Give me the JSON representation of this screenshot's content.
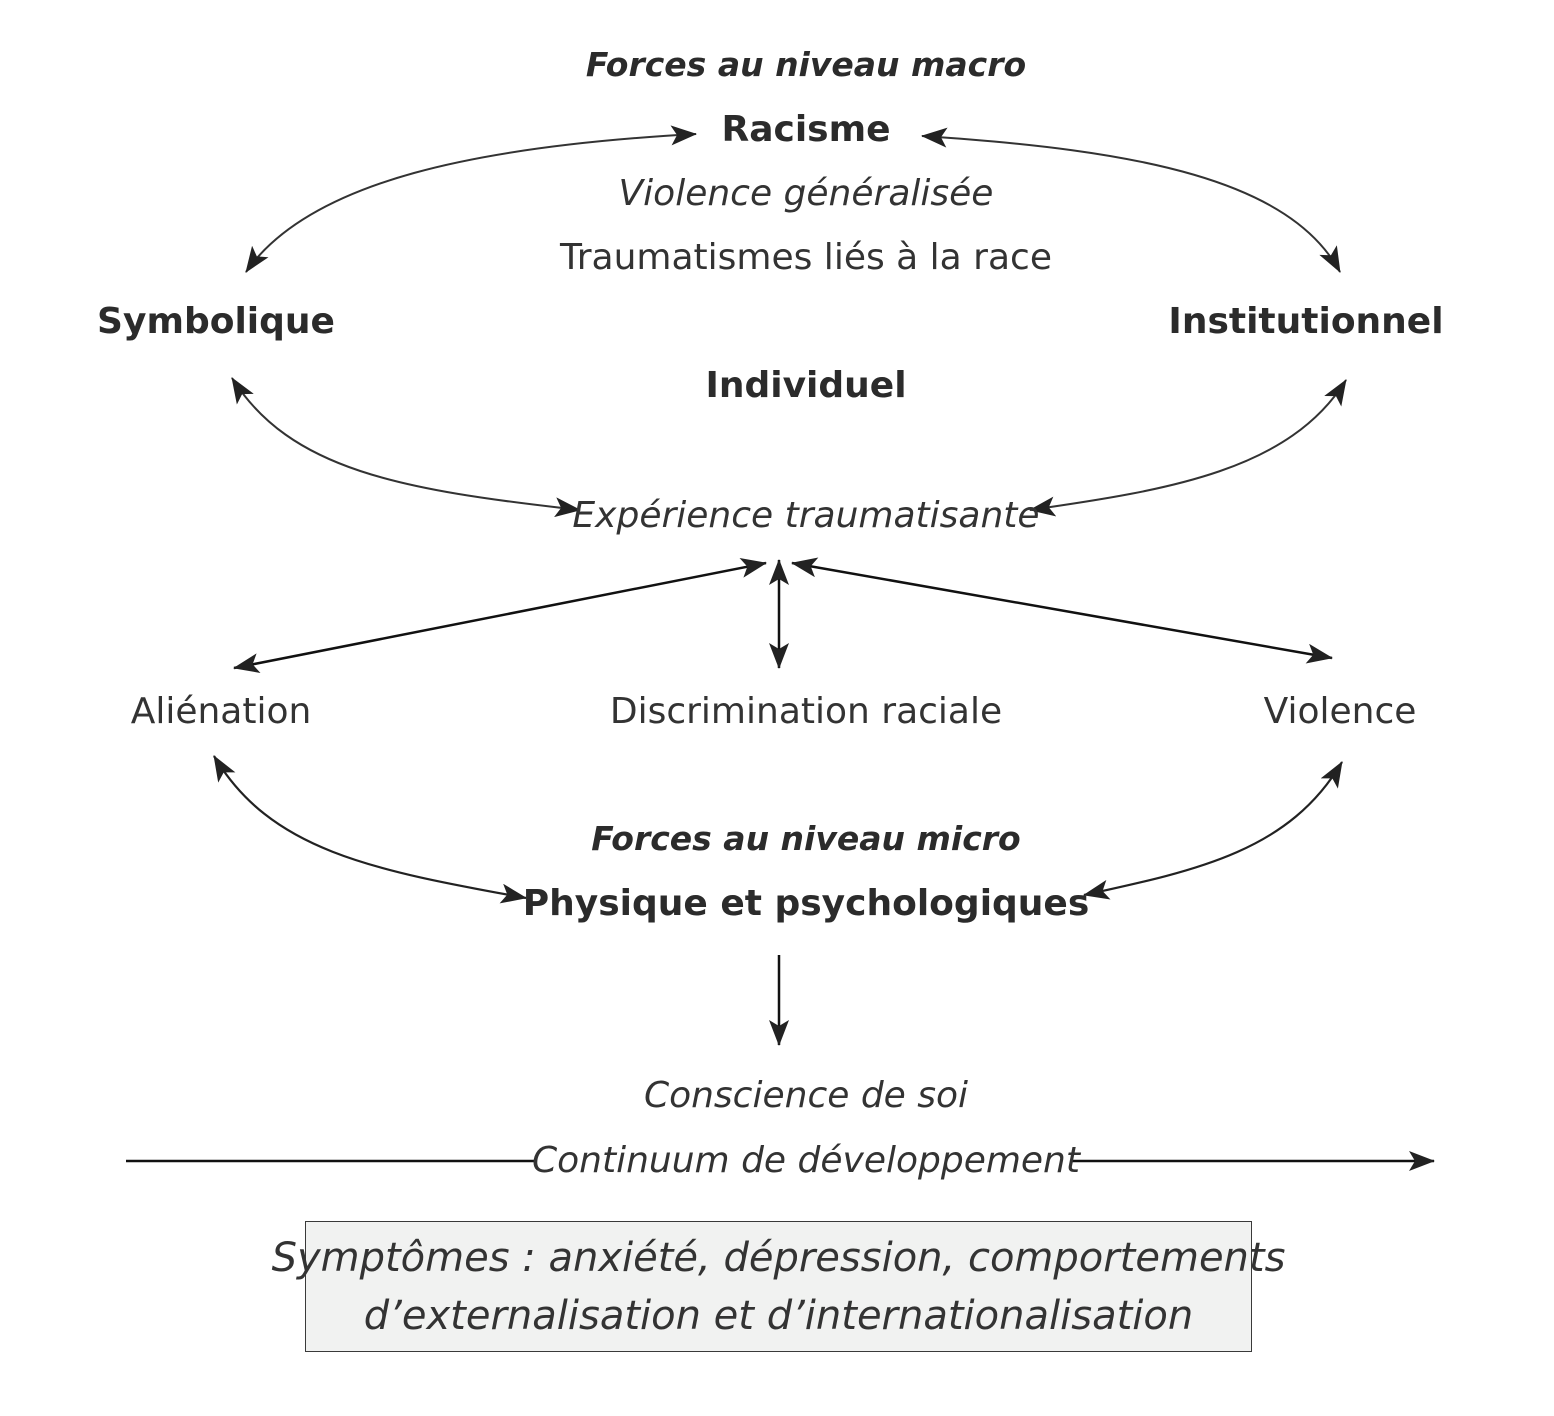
{
  "macro": {
    "heading": "Forces au niveau macro",
    "racisme": "Racisme",
    "violence_generalisee": "Violence généralisée",
    "traumatismes": "Traumatismes liés à la race"
  },
  "nodes": {
    "symbolique": "Symbolique",
    "institutionnel": "Institutionnel",
    "individuel": "Individuel",
    "experience": "Expérience traumatisante",
    "alienation": "Aliénation",
    "discrimination": "Discrimination raciale",
    "violence": "Violence"
  },
  "micro": {
    "heading": "Forces au niveau micro",
    "physique": "Physique et psychologiques"
  },
  "development": {
    "conscience": "Conscience de soi",
    "continuum": "Continuum de développement"
  },
  "symptoms": {
    "line1": "Symptômes : anxiété, dépression, comportements",
    "line2": "d’externalisation et d’internationalisation"
  }
}
